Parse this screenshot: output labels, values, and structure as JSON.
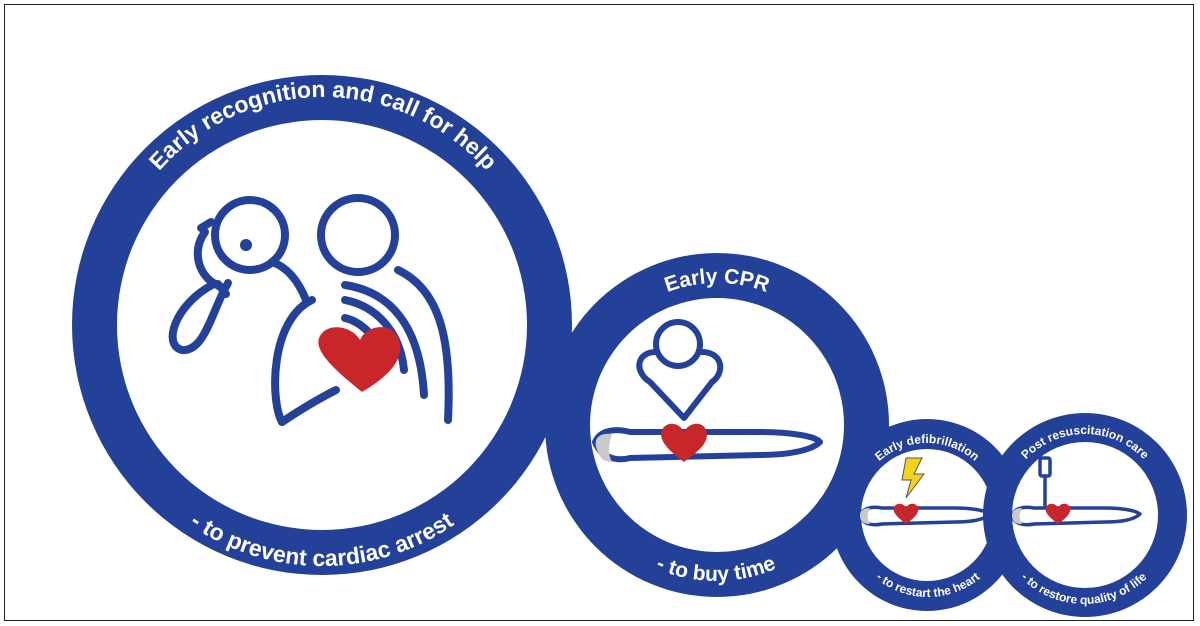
{
  "colors": {
    "ring": "#24419a",
    "heart": "#c8262a",
    "bolt": "#f2d21b",
    "head_fill": "#c9c9c9",
    "background": "#ffffff"
  },
  "links": [
    {
      "top_text": "Early recognition and call for help",
      "bottom_text": "- to prevent cardiac arrest",
      "icon": "phone-call-heart-pain-icon"
    },
    {
      "top_text": "Early CPR",
      "bottom_text": "- to buy time",
      "icon": "cpr-compression-icon"
    },
    {
      "top_text": "Early defibrillation",
      "bottom_text": "- to restart the heart",
      "icon": "defibrillation-shock-icon"
    },
    {
      "top_text": "Post resuscitation care",
      "bottom_text": "- to restore quality of life",
      "icon": "iv-drip-patient-icon"
    }
  ]
}
